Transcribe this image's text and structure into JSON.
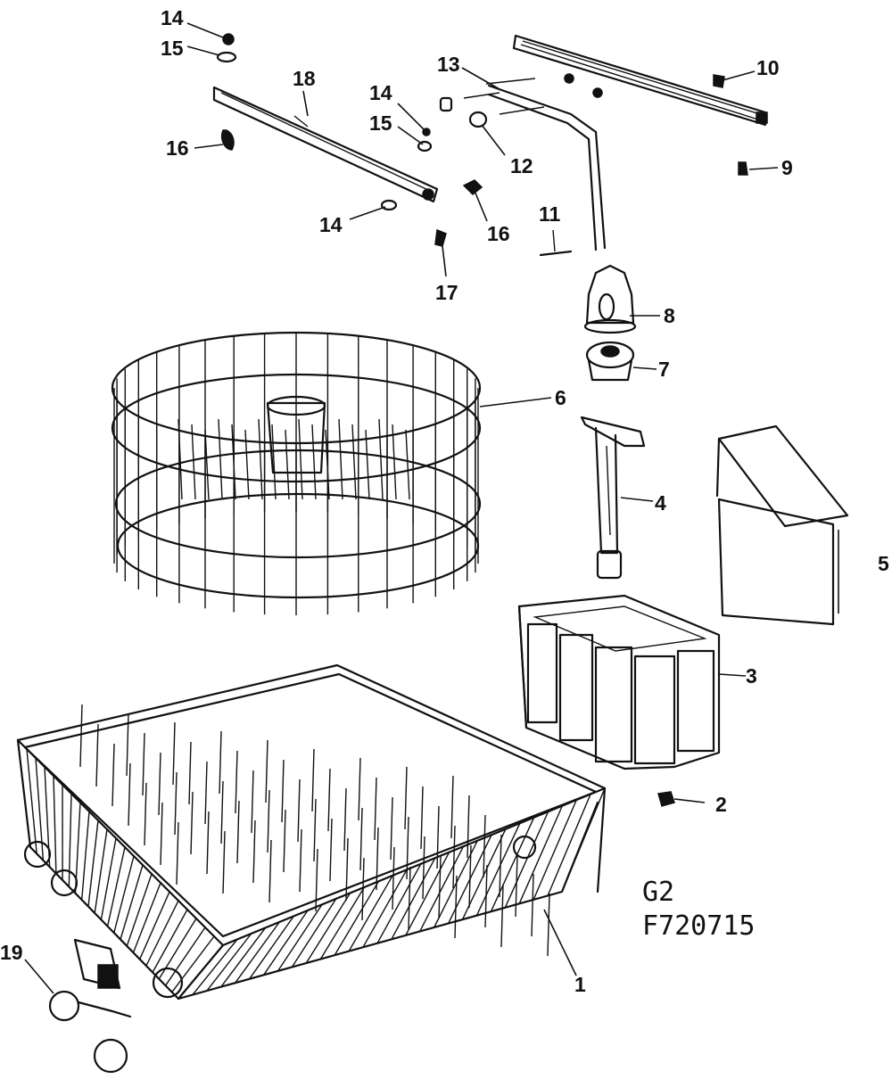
{
  "callouts": {
    "c1": "1",
    "c2": "2",
    "c3": "3",
    "c4": "4",
    "c5": "5",
    "c6": "6",
    "c7": "7",
    "c8": "8",
    "c9": "9",
    "c10": "10",
    "c11": "11",
    "c12": "12",
    "c13": "13",
    "c14a": "14",
    "c14b": "14",
    "c14c": "14",
    "c15a": "15",
    "c15b": "15",
    "c16a": "16",
    "c16b": "16",
    "c17": "17",
    "c18": "18",
    "c19": "19"
  },
  "figure": {
    "group_code": "G2",
    "figure_code": "F720715"
  }
}
